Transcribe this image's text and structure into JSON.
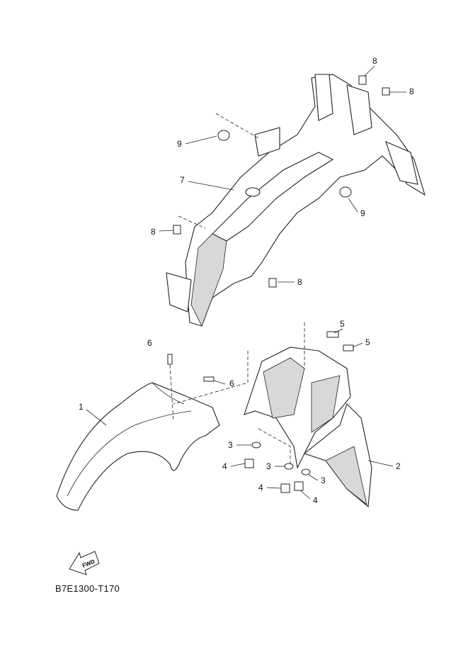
{
  "diagram_code": "B7E1300-T170",
  "fwd_label": "FWD",
  "callouts": [
    {
      "id": "c8a",
      "text": "8"
    },
    {
      "id": "c8b",
      "text": "8"
    },
    {
      "id": "c9a",
      "text": "9"
    },
    {
      "id": "c7",
      "text": "7"
    },
    {
      "id": "c9b",
      "text": "9"
    },
    {
      "id": "c8c",
      "text": "8"
    },
    {
      "id": "c8d",
      "text": "8"
    },
    {
      "id": "c5a",
      "text": "5"
    },
    {
      "id": "c5b",
      "text": "5"
    },
    {
      "id": "c6a",
      "text": "6"
    },
    {
      "id": "c6b",
      "text": "6"
    },
    {
      "id": "c1",
      "text": "1"
    },
    {
      "id": "c3a",
      "text": "3"
    },
    {
      "id": "c4a",
      "text": "4"
    },
    {
      "id": "c3b",
      "text": "3"
    },
    {
      "id": "c3c",
      "text": "3"
    },
    {
      "id": "c2",
      "text": "2"
    },
    {
      "id": "c4b",
      "text": "4"
    },
    {
      "id": "c4c",
      "text": "4"
    }
  ]
}
